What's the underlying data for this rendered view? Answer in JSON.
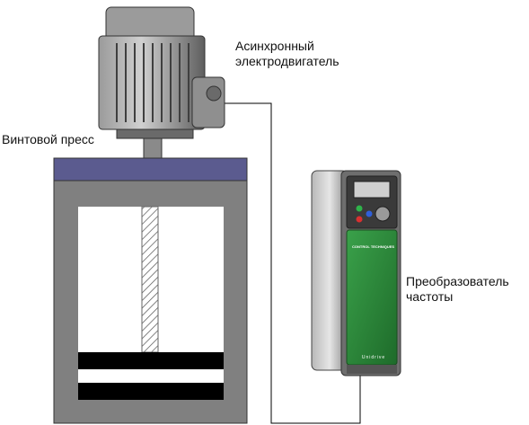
{
  "labels": {
    "motor": [
      "Асинхронный",
      "электродвигатель"
    ],
    "press": "Винтовой пресс",
    "drive": [
      "Преобразователь",
      "частоты"
    ]
  },
  "drive_brand": {
    "logo_text": "CONTROL TECHNIQUES",
    "model": "Unidrive"
  },
  "colors": {
    "press_frame": "#808080",
    "press_top_plate": "#5b5b8f",
    "press_interior": "#ffffff",
    "press_plates": "#000000",
    "motor_body": "#7a7a7a",
    "drive_panel": "#2f8a3a",
    "drive_body": "#6e6e6e",
    "cable": "#000000"
  },
  "icons": {
    "motor": "induction-motor-icon",
    "drive": "frequency-inverter-icon",
    "press": "screw-press-icon"
  }
}
